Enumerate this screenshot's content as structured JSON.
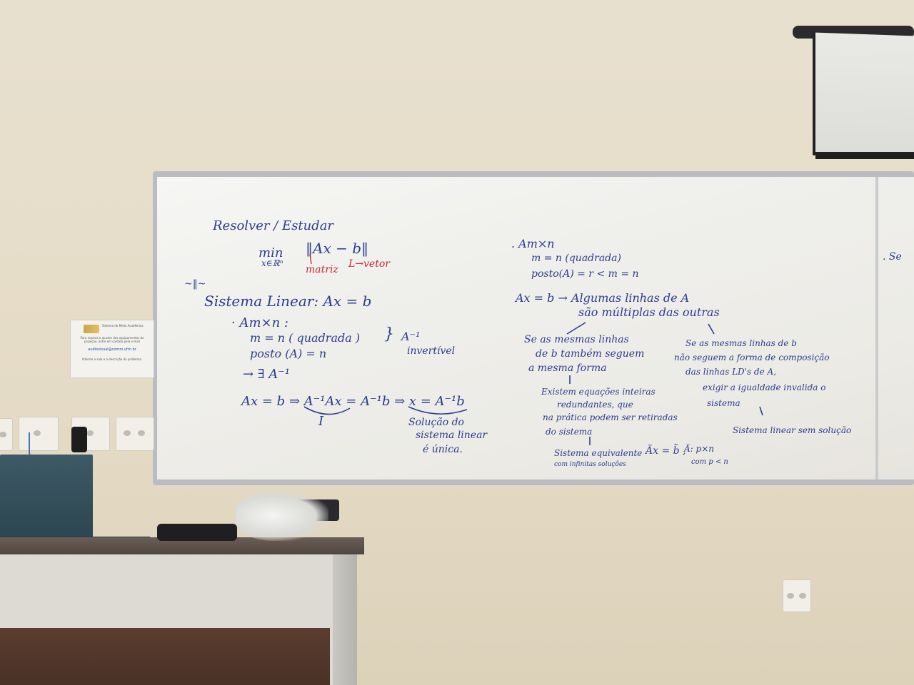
{
  "board": {
    "left_title": "Resolver / Estudar",
    "min_a": "min",
    "min_b": "x∈ℝⁿ",
    "norm": "‖Ax − b‖",
    "matriz_label": "matriz",
    "vetor_label": "L→vetor",
    "sistema": "Sistema Linear:   Ax = b",
    "amxn1": "· Am×n :",
    "mn1": "m = n  ( quadrada )",
    "posto1": "posto (A) = n",
    "inv_label": "A⁻¹",
    "inv_word": "invertível",
    "exists": "→ ∃ A⁻¹",
    "eq_chain": "Ax = b  ⇒  A⁻¹Ax = A⁻¹b  ⇒  x = A⁻¹b",
    "identity": "I",
    "solucao": [
      "Solução do",
      "sistema linear",
      "é única."
    ],
    "amxn2": ". Am×n",
    "mn2": "m = n  (quadrada)",
    "posto2": "posto(A) = r < m = n",
    "algumas": "Ax = b → Algumas linhas de A",
    "multiplas": "são múltiplas das outras",
    "left_case": [
      "Se as mesmas linhas",
      "de b também seguem",
      "a mesma forma"
    ],
    "existem": [
      "Existem equações inteiras",
      "redundantes, que",
      "na prática podem ser retiradas",
      "do sistema"
    ],
    "equivalente": [
      "Sistema equivalente",
      "com infinitas soluções"
    ],
    "a_tilde": "Ãx = b̃ ,",
    "a_tilde2": "Ã: p×n",
    "a_tilde3": "com p < n",
    "right_case": [
      "Se as mesmas linhas de b",
      "não seguem a forma de composição",
      "das linhas LD's de A,",
      "exigir a igualdade invalida o",
      "sistema"
    ],
    "sem_solucao": "Sistema linear sem solução",
    "right_edge": ". Se"
  },
  "notice": {
    "logo_text": "Sistema de Mídia Acadêmica",
    "line1": "Para reparos e ajustes dos equipamentos de projeção, entre em contato pelo e-mail",
    "email": "audiovisual@comm.ufrn.br",
    "line3": "Informe a sala e a descrição do problema."
  }
}
